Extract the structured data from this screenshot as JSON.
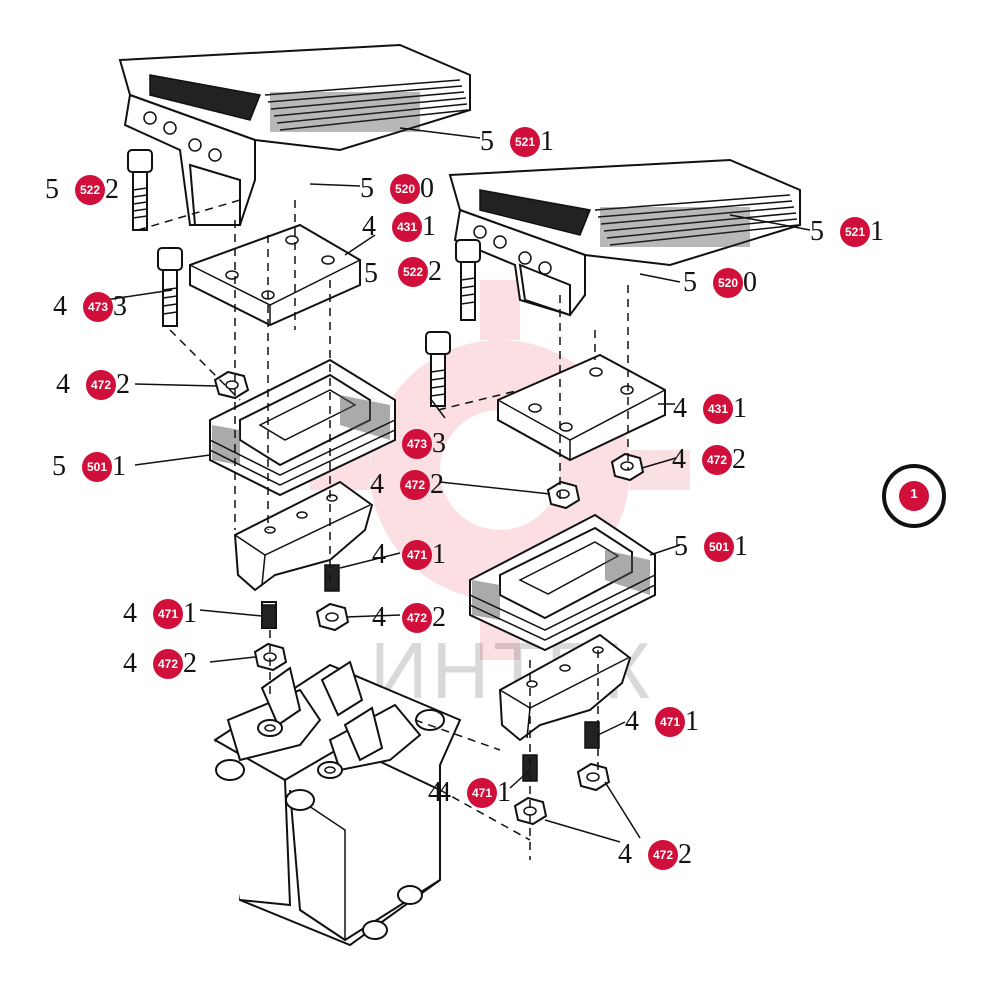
{
  "watermark": {
    "text": "ИНТЕК"
  },
  "accent_color": "#d0103a",
  "main_callout": {
    "label": "1"
  },
  "callouts": [
    {
      "id": "c5211a",
      "prefix": "5",
      "code": "521",
      "suffix": "1"
    },
    {
      "id": "c5222a",
      "prefix": "5",
      "code": "522",
      "suffix": "2"
    },
    {
      "id": "c5200a",
      "prefix": "5",
      "code": "520",
      "suffix": "0"
    },
    {
      "id": "c4311a",
      "prefix": "4",
      "code": "431",
      "suffix": "1"
    },
    {
      "id": "c5extra",
      "prefix": "",
      "code": "",
      "suffix": "5"
    },
    {
      "id": "c4733a",
      "prefix": "4",
      "code": "473",
      "suffix": "3"
    },
    {
      "id": "c4722a",
      "prefix": "4",
      "code": "472",
      "suffix": "2"
    },
    {
      "id": "c5011a",
      "prefix": "5",
      "code": "501",
      "suffix": "1"
    },
    {
      "id": "c4733b",
      "prefix": "",
      "code": "473",
      "suffix": "3"
    },
    {
      "id": "c4722b",
      "prefix": "4",
      "code": "472",
      "suffix": "2"
    },
    {
      "id": "c4711a",
      "prefix": "4",
      "code": "471",
      "suffix": "1"
    },
    {
      "id": "c4711b",
      "prefix": "4",
      "code": "471",
      "suffix": "1"
    },
    {
      "id": "c4722c",
      "prefix": "4",
      "code": "472",
      "suffix": "2"
    },
    {
      "id": "c4722d",
      "prefix": "4",
      "code": "472",
      "suffix": "2"
    },
    {
      "id": "c5211b",
      "prefix": "5",
      "code": "521",
      "suffix": "1"
    },
    {
      "id": "c5222b",
      "prefix": "",
      "code": "522",
      "suffix": "2"
    },
    {
      "id": "c5200b",
      "prefix": "5",
      "code": "520",
      "suffix": "0"
    },
    {
      "id": "c4311b",
      "prefix": "4",
      "code": "431",
      "suffix": "1"
    },
    {
      "id": "c4722e",
      "prefix": "4",
      "code": "472",
      "suffix": "2"
    },
    {
      "id": "c5011b",
      "prefix": "5",
      "code": "501",
      "suffix": "1"
    },
    {
      "id": "c4711c",
      "prefix": "4",
      "code": "471",
      "suffix": "1"
    },
    {
      "id": "c4711d",
      "prefix": "4",
      "code": "471",
      "suffix": "1"
    },
    {
      "id": "c4722f",
      "prefix": "4",
      "code": "472",
      "suffix": "2"
    },
    {
      "id": "c4extra",
      "prefix": "4",
      "code": "",
      "suffix": ""
    }
  ]
}
